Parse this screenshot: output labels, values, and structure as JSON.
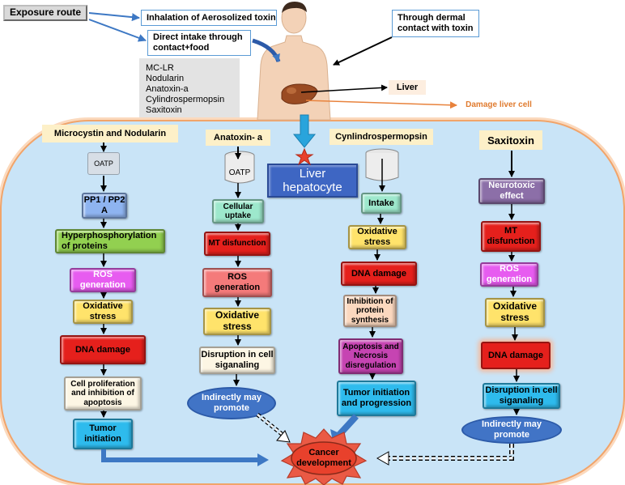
{
  "exposure": {
    "route_label": "Exposure route",
    "inhalation": "Inhalation of Aerosolized toxin",
    "direct_intake": "Direct intake through contact+food",
    "dermal": "Through dermal contact with toxin",
    "toxins": [
      "MC-LR",
      "Nodularin",
      "Anatoxin-a",
      "Cylindrospermopsin",
      "Saxitoxin"
    ],
    "liver": "Liver",
    "damage": "Damage liver cell"
  },
  "hepatocyte": {
    "label": "Liver hepatocyte"
  },
  "columns": {
    "microcystin": {
      "header": "Microcystin and Nodularin",
      "transporter": "OATP",
      "steps": [
        "PP1 / PP2 A",
        "Hyperphosphorylation of proteins",
        "ROS generation",
        "Oxidative stress",
        "DNA damage",
        "Cell proliferation and inhibition of apoptosis",
        "Tumor initiation"
      ]
    },
    "anatoxin": {
      "header": "Anatoxin- a",
      "transporter": "OATP",
      "steps": [
        "Cellular uptake",
        "MT disfunction",
        "ROS generation",
        "Oxidative stress",
        "Disruption in cell siganaling",
        "Indirectly may promote"
      ]
    },
    "cylindrospermopsin": {
      "header": "Cynlindrospermopsin",
      "steps": [
        "Intake",
        "Oxidative stress",
        "DNA damage",
        "Inhibition of protein synthesis",
        "Apoptosis and Necrosis disregulation",
        "Tumor initiation and progression"
      ]
    },
    "saxitoxin": {
      "header": "Saxitoxin",
      "steps": [
        "Neurotoxic effect",
        "MT disfunction",
        "ROS generation",
        "Oxidative stress",
        "DNA damage",
        "Disruption in cell siganaling",
        "Indirectly may promote"
      ]
    }
  },
  "outcome": {
    "label": "Cancer development"
  },
  "colors": {
    "cell_fill": "#c9e4f7",
    "cell_border": "#f1a46a",
    "header_fill": "#fdf0c8",
    "arrow_blue": "#3d78c4",
    "liver_arrow": "#29a4dc",
    "damage_arrow": "#e8823c",
    "star_red": "#e8412c"
  }
}
